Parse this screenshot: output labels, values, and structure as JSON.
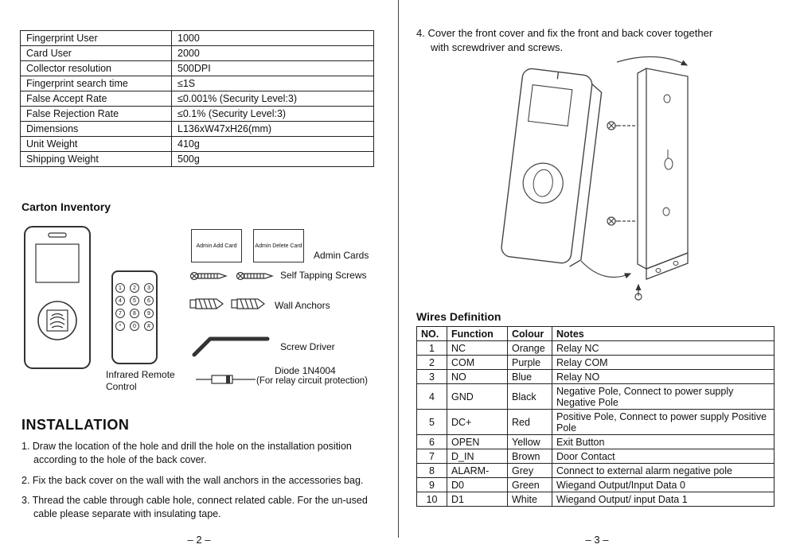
{
  "left_page": {
    "spec_table": {
      "rows": [
        {
          "label": "Fingerprint User",
          "value": "1000"
        },
        {
          "label": "Card User",
          "value": "2000"
        },
        {
          "label": "Collector resolution",
          "value": "500DPI"
        },
        {
          "label": "Fingerprint search time",
          "value": "≤1S"
        },
        {
          "label": "False Accept Rate",
          "value": "≤0.001% (Security Level:3)"
        },
        {
          "label": "False Rejection Rate",
          "value": "≤0.1% (Security Level:3)"
        },
        {
          "label": "Dimensions",
          "value": "L136xW47xH26(mm)"
        },
        {
          "label": "Unit Weight",
          "value": "410g"
        },
        {
          "label": "Shipping Weight",
          "value": "500g"
        }
      ]
    },
    "carton": {
      "heading": "Carton Inventory",
      "remote_label": "Infrared Remote Control",
      "remote_keys": [
        "1",
        "2",
        "3",
        "4",
        "5",
        "6",
        "7",
        "8",
        "9",
        "*",
        "0",
        "#"
      ],
      "card1": "Admin Add Card",
      "card2": "Admin Delete Card",
      "items": {
        "admin_cards": "Admin Cards",
        "screws": "Self Tapping Screws",
        "anchors": "Wall Anchors",
        "screwdriver": "Screw Driver",
        "diode": "Diode 1N4004",
        "diode_note": "(For relay circuit protection)"
      }
    },
    "installation": {
      "heading": "INSTALLATION",
      "steps": [
        "1. Draw the location of the hole and drill the hole on the installation position according to the hole of the back cover.",
        "2. Fix the back cover on the wall with the wall anchors in the accessories bag.",
        "3. Thread the cable through cable hole, connect related cable. For the un-used cable please separate with insulating tape."
      ]
    },
    "page_number": "– 2 –"
  },
  "right_page": {
    "step4_line1": "4. Cover the front cover and fix the front and back cover together",
    "step4_line2": "with screwdriver and screws.",
    "wires": {
      "heading": "Wires Definition",
      "headers": [
        "NO.",
        "Function",
        "Colour",
        "Notes"
      ],
      "rows": [
        [
          "1",
          "NC",
          "Orange",
          "Relay NC"
        ],
        [
          "2",
          "COM",
          "Purple",
          "Relay COM"
        ],
        [
          "3",
          "NO",
          "Blue",
          "Relay NO"
        ],
        [
          "4",
          "GND",
          "Black",
          "Negative Pole, Connect to power supply Negative Pole"
        ],
        [
          "5",
          "DC+",
          "Red",
          "Positive Pole, Connect to power supply Positive Pole"
        ],
        [
          "6",
          "OPEN",
          "Yellow",
          "Exit Button"
        ],
        [
          "7",
          "D_IN",
          "Brown",
          "Door Contact"
        ],
        [
          "8",
          "ALARM-",
          "Grey",
          "Connect to external alarm negative pole"
        ],
        [
          "9",
          "D0",
          "Green",
          "Wiegand Output/Input Data 0"
        ],
        [
          "10",
          "D1",
          "White",
          "Wiegand Output/ input Data 1"
        ]
      ]
    },
    "page_number": "– 3 –"
  }
}
